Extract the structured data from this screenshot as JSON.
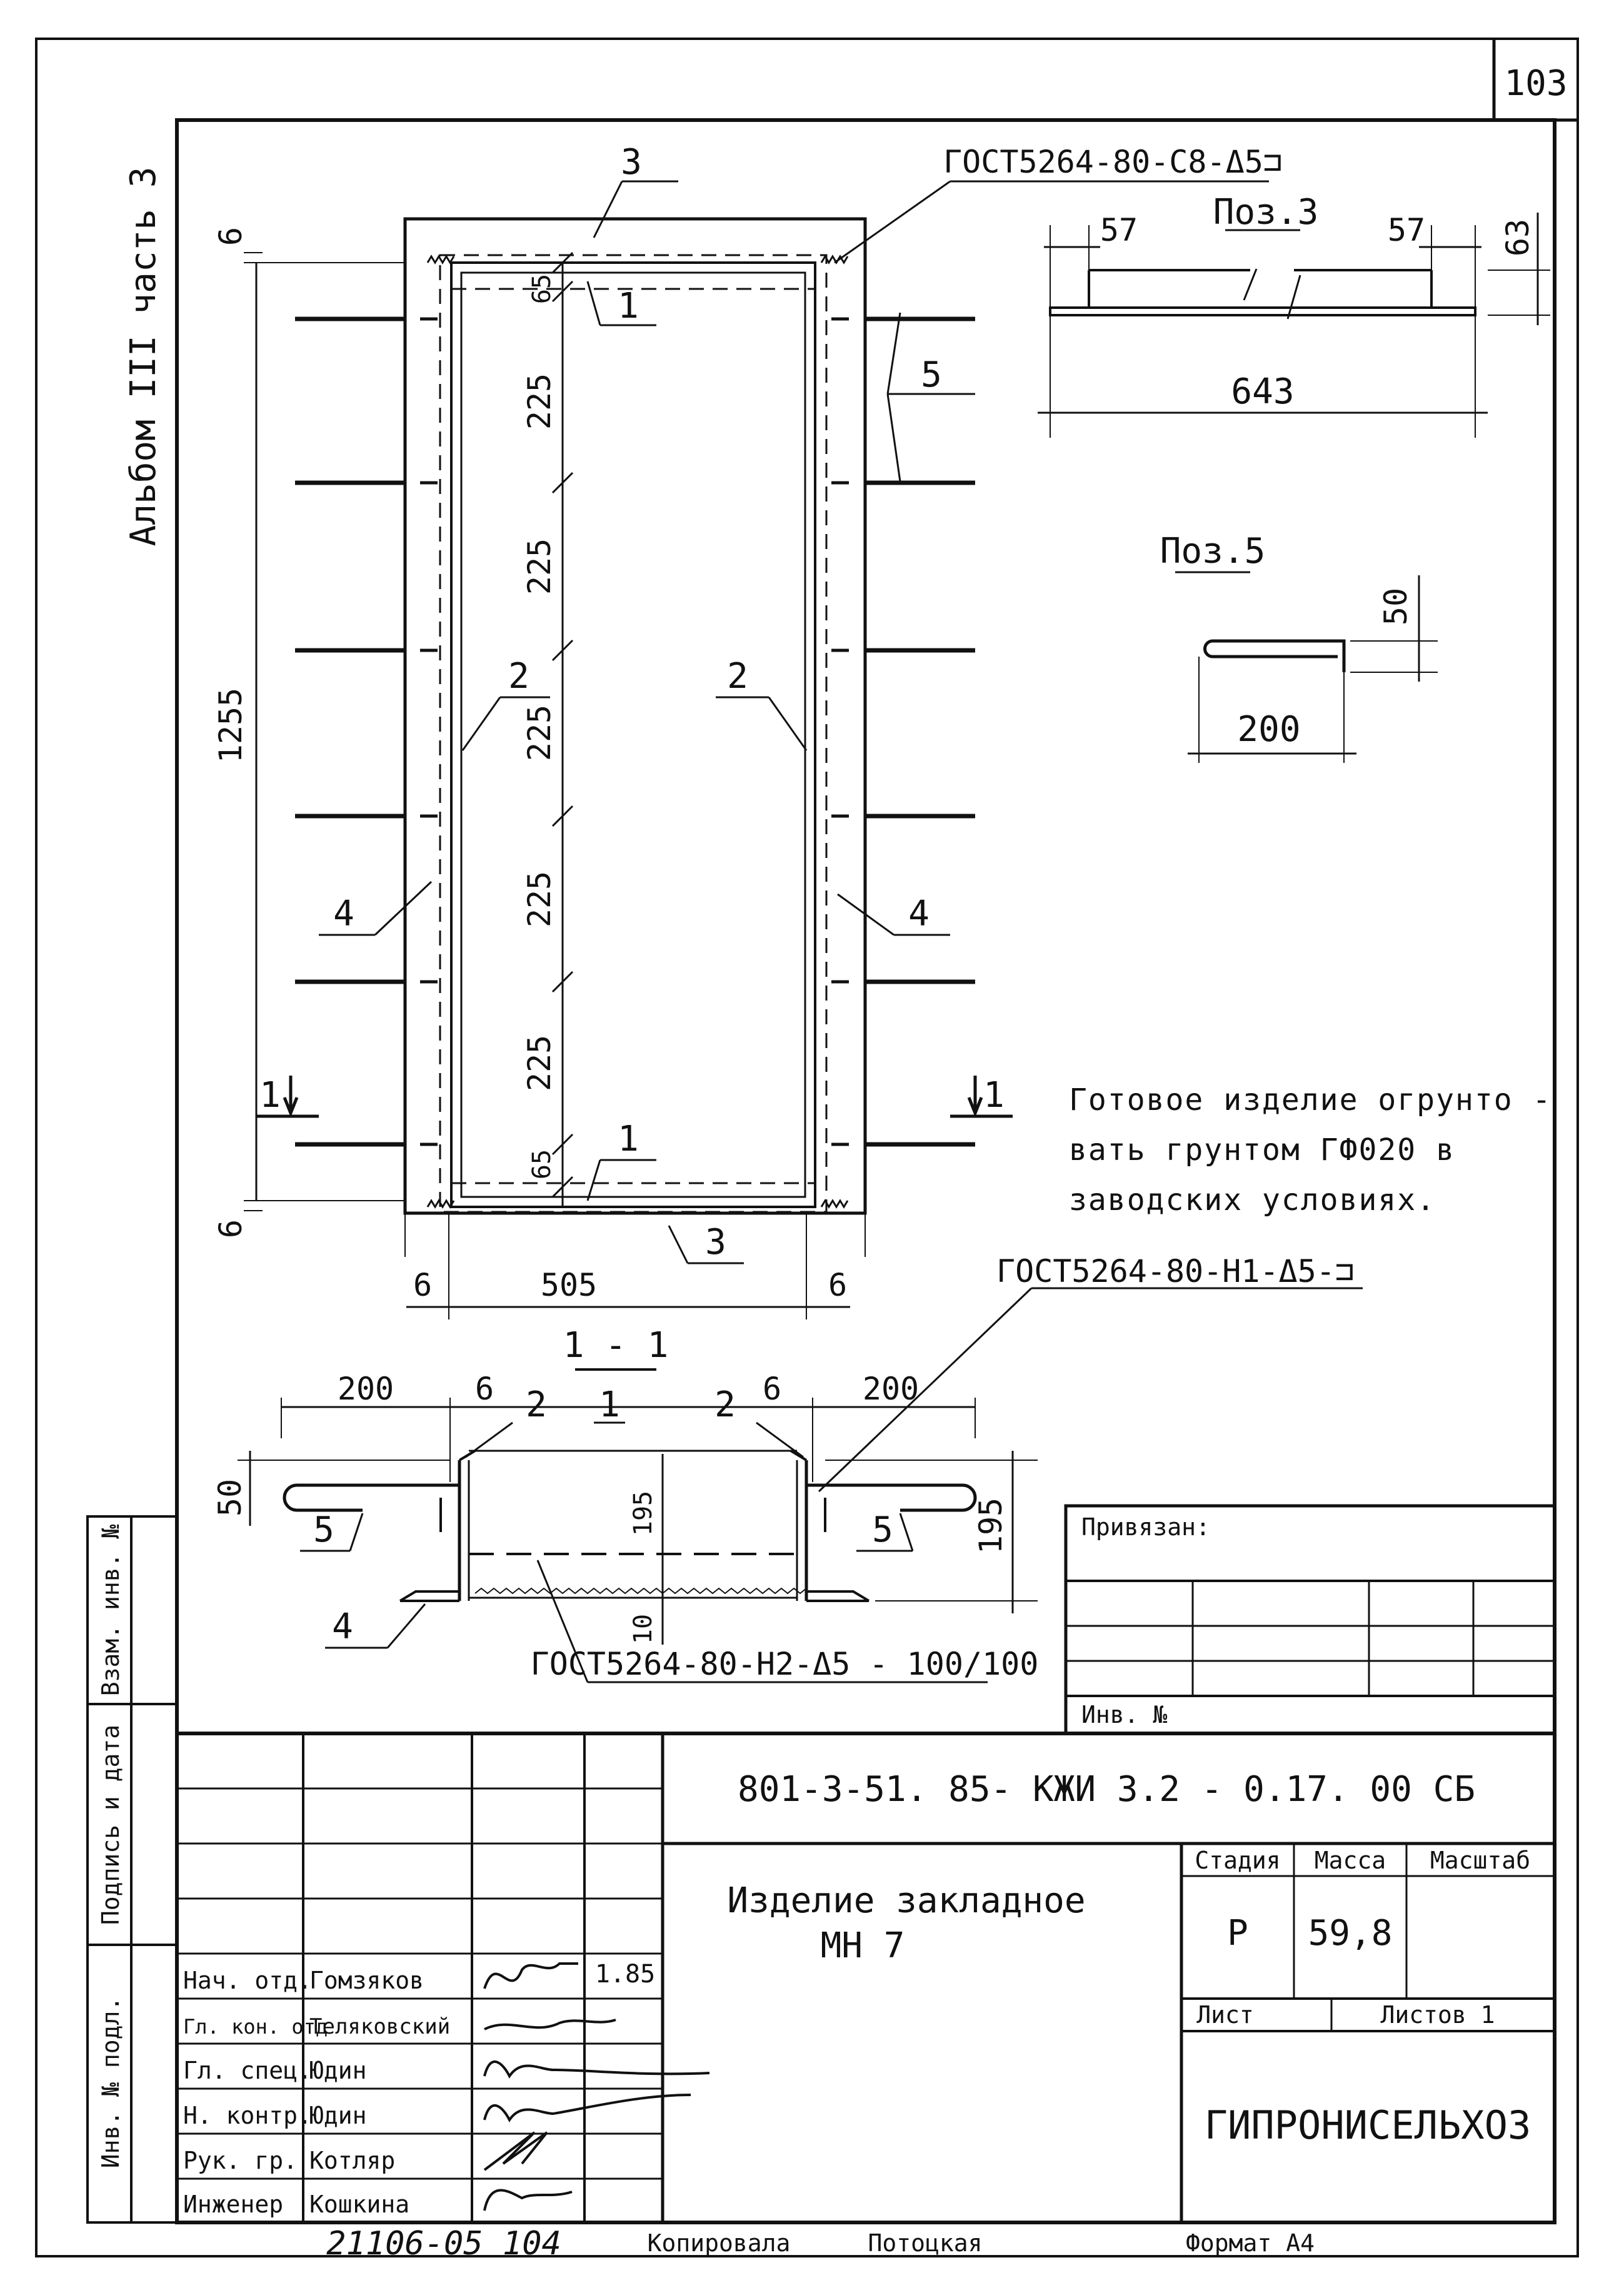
{
  "sheet_number": "103",
  "album_label": "Альбом III часть 3",
  "main_view": {
    "dims": {
      "total_height": "1255",
      "pitch": [
        "225",
        "225",
        "225",
        "225",
        "225"
      ],
      "edge_top": "65",
      "edge_bottom": "65",
      "offset_top": "6",
      "offset_bottom": "6",
      "width": "505",
      "left_offset": "6",
      "right_offset": "6"
    },
    "callouts": {
      "pos1_top": "1",
      "pos1_bottom": "1",
      "pos2_left": "2",
      "pos2_right": "2",
      "pos3_top": "3",
      "pos3_bottom": "3",
      "pos4_left": "4",
      "pos4_right": "4",
      "pos5": "5"
    },
    "weld_top": "ГОСТ5264-80-С8-Δ5⊐",
    "section_mark_left": "1",
    "section_mark_right": "1"
  },
  "pos3_detail": {
    "title": "Поз.3",
    "dim_left": "57",
    "dim_right": "57",
    "dim_height": "63",
    "dim_length": "643"
  },
  "pos5_detail": {
    "title": "Поз.5",
    "dim_height": "50",
    "dim_length": "200"
  },
  "note": {
    "line1": "Готовое изделие огрунто -",
    "line2": "вать грунтом ГФ020 в",
    "line3": "заводских условиях."
  },
  "section": {
    "title": "1 - 1",
    "weld_top": "ГОСТ5264-80-Н1-Δ5-⊐",
    "weld_bottom": "ГОСТ5264-80-Н2-Δ5 - 100/100",
    "dim_200_left": "200",
    "dim_6_left": "6",
    "dim_6_right": "6",
    "dim_200_right": "200",
    "dim_50": "50",
    "dim_195_inner": "195",
    "dim_195_outer": "195",
    "dim_10": "10",
    "callout_2_left": "2",
    "callout_1": "1",
    "callout_2_right": "2",
    "callout_5_left": "5",
    "callout_5_right": "5",
    "callout_4": "4"
  },
  "privyazan": {
    "label": "Привязан:",
    "inv_label": "Инв. №"
  },
  "left_strip": {
    "vzam": "Взам. инв. №",
    "podpis": "Подпись и дата",
    "inv_podl": "Инв. № подл."
  },
  "title_block": {
    "doc_code": "801-3-51. 85- КЖИ 3.2 - 0.17. 00 СБ",
    "item_name": "Изделие закладное",
    "item_mark": "МН 7",
    "stage_header": "Стадия",
    "mass_header": "Масса",
    "scale_header": "Масштаб",
    "stage": "Р",
    "mass": "59,8",
    "sheet_label": "Лист",
    "sheets_label": "Листов 1",
    "organization": "ГИПРОНИСЕЛЬХОЗ",
    "signed_date": "1.85",
    "roles": [
      {
        "role": "Нач. отд.",
        "name": "Гомзяков"
      },
      {
        "role": "Гл. кон. отд",
        "name": "Теляковский"
      },
      {
        "role": "Гл. спец.",
        "name": "Юдин"
      },
      {
        "role": "Н. контр.",
        "name": "Юдин"
      },
      {
        "role": "Рук. гр.",
        "name": "Котляр"
      },
      {
        "role": "Инженер",
        "name": "Кошкина"
      }
    ]
  },
  "footer": {
    "number": "21106-05 104",
    "copied": "Копировала",
    "copier": "Потоцкая",
    "format": "Формат А4"
  }
}
